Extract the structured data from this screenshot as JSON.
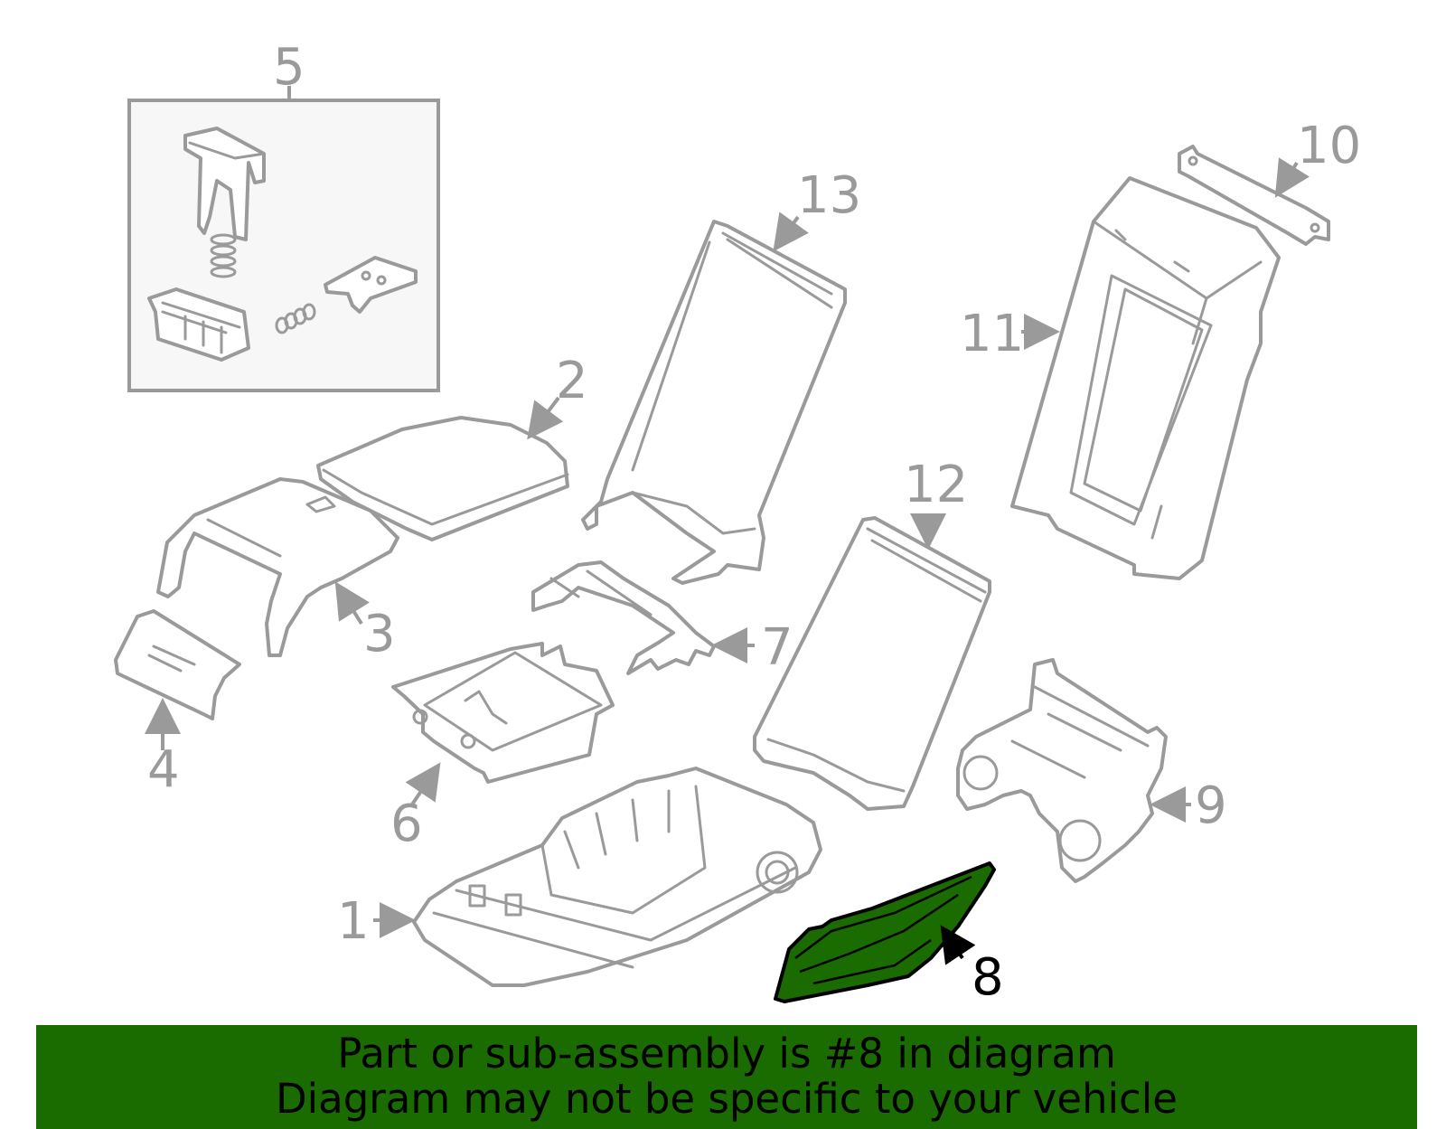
{
  "callouts": {
    "c1": "1",
    "c2": "2",
    "c3": "3",
    "c4": "4",
    "c5": "5",
    "c6": "6",
    "c7": "7",
    "c8": "8",
    "c9": "9",
    "c10": "10",
    "c11": "11",
    "c12": "12",
    "c13": "13"
  },
  "highlighted_part": "8",
  "colors": {
    "highlight": "#1a6b00",
    "line": "#9a9a9a",
    "banner": "#1a6b00"
  },
  "banner": {
    "line1": "Part or sub-assembly is #8 in diagram",
    "line2": "Diagram may not be specific to your vehicle"
  }
}
